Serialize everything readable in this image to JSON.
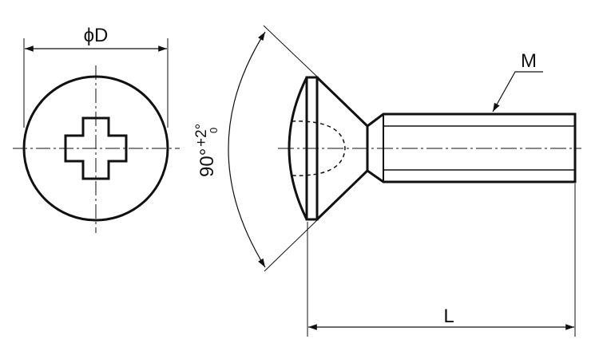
{
  "labels": {
    "diameter": "ϕD",
    "length": "L",
    "thread": "M",
    "angle": "90°",
    "tol_upper": "+2°",
    "tol_lower": "0"
  },
  "colors": {
    "line": "#111111",
    "background": "#ffffff"
  }
}
